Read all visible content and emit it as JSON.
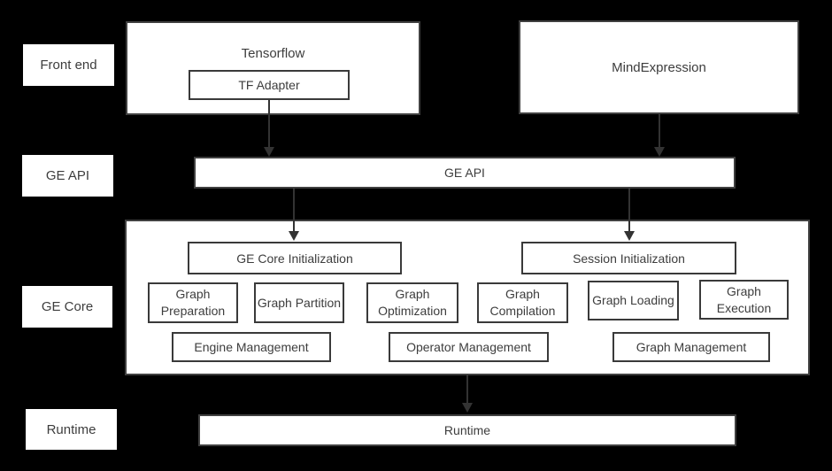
{
  "colors": {
    "background": "#000000",
    "box_fill": "#ffffff",
    "box_border": "#404040",
    "text": "#3d3d3d",
    "arrow": "#333333"
  },
  "side_labels": {
    "front_end": "Front end",
    "ge_api": "GE API",
    "ge_core": "GE Core",
    "runtime": "Runtime"
  },
  "front_end_row": {
    "tensorflow_title": "Tensorflow",
    "tf_adapter": "TF Adapter",
    "mindexpression": "MindExpression"
  },
  "ge_api_bar": {
    "label": "GE API"
  },
  "ge_core_box": {
    "init_boxes": [
      "GE Core Initialization",
      "Session Initialization"
    ],
    "modules": [
      "Graph Preparation",
      "Graph Partition",
      "Graph Optimization",
      "Graph Compilation",
      "Graph Loading",
      "Graph Execution"
    ],
    "management": [
      "Engine Management",
      "Operator Management",
      "Graph Management"
    ]
  },
  "runtime_bar": {
    "label": "Runtime"
  }
}
